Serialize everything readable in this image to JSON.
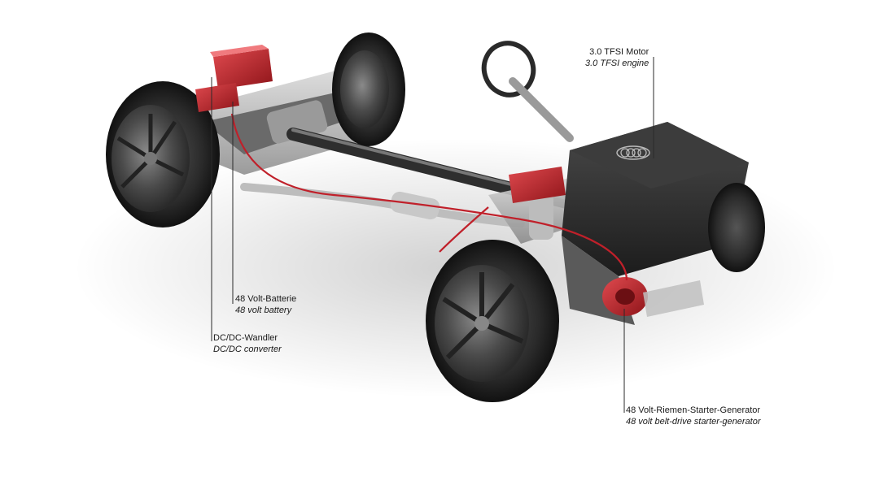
{
  "image": {
    "subject": "Audi drivetrain chassis with 48-volt mild hybrid components",
    "accent_color": "#c0202a",
    "chassis_color": "#3a3a3a",
    "background_color": "#ffffff"
  },
  "callouts": {
    "engine": {
      "de": "3.0 TFSI Motor",
      "en": "3.0 TFSI engine"
    },
    "battery": {
      "de": "48 Volt-Batterie",
      "en": "48 volt battery"
    },
    "dcdc": {
      "de": "DC/DC-Wandler",
      "en": "DC/DC converter"
    },
    "bsg": {
      "de": "48 Volt-Riemen-Starter-Generator",
      "en": "48 volt belt-drive starter-generator"
    }
  }
}
